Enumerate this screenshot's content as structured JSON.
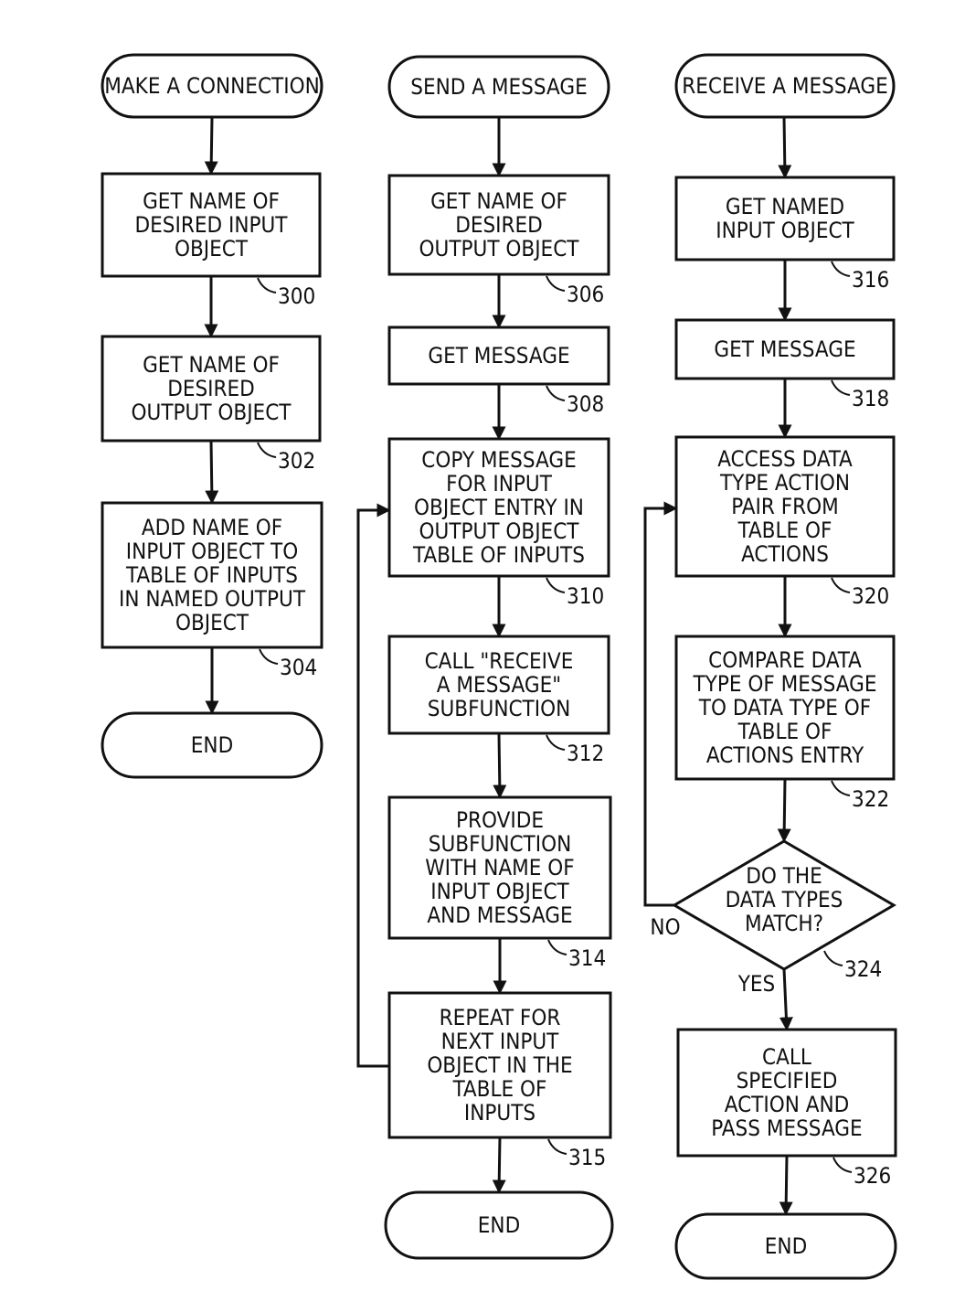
{
  "columns": [
    {
      "start": "MAKE A CONNECTION",
      "steps": [
        {
          "text": [
            "GET NAME OF",
            "DESIRED INPUT",
            "OBJECT"
          ],
          "ref": "300"
        },
        {
          "text": [
            "GET NAME OF",
            "DESIRED",
            "OUTPUT OBJECT"
          ],
          "ref": "302"
        },
        {
          "text": [
            "ADD NAME OF",
            "INPUT OBJECT TO",
            "TABLE OF INPUTS",
            "IN NAMED OUTPUT",
            "OBJECT"
          ],
          "ref": "304"
        }
      ],
      "end": "END"
    },
    {
      "start": "SEND A MESSAGE",
      "steps": [
        {
          "text": [
            "GET NAME OF",
            "DESIRED",
            "OUTPUT OBJECT"
          ],
          "ref": "306"
        },
        {
          "text": [
            "GET MESSAGE"
          ],
          "ref": "308"
        },
        {
          "text": [
            "COPY MESSAGE",
            "FOR INPUT",
            "OBJECT ENTRY IN",
            "OUTPUT OBJECT",
            "TABLE OF INPUTS"
          ],
          "ref": "310"
        },
        {
          "text": [
            "CALL \"RECEIVE",
            "A MESSAGE\"",
            "SUBFUNCTION"
          ],
          "ref": "312"
        },
        {
          "text": [
            "PROVIDE",
            "SUBFUNCTION",
            "WITH NAME OF",
            "INPUT OBJECT",
            "AND MESSAGE"
          ],
          "ref": "314"
        },
        {
          "text": [
            "REPEAT FOR",
            "NEXT INPUT",
            "OBJECT IN THE",
            "TABLE OF",
            "INPUTS"
          ],
          "ref": "315"
        }
      ],
      "end": "END"
    },
    {
      "start": "RECEIVE A MESSAGE",
      "steps": [
        {
          "text": [
            "GET NAMED",
            "INPUT OBJECT"
          ],
          "ref": "316"
        },
        {
          "text": [
            "GET MESSAGE"
          ],
          "ref": "318"
        },
        {
          "text": [
            "ACCESS DATA",
            "TYPE ACTION",
            "PAIR FROM",
            "TABLE OF",
            "ACTIONS"
          ],
          "ref": "320"
        },
        {
          "text": [
            "COMPARE DATA",
            "TYPE OF MESSAGE",
            "TO DATA TYPE OF",
            "TABLE OF",
            "ACTIONS ENTRY"
          ],
          "ref": "322"
        },
        {
          "text": [
            "CALL",
            "SPECIFIED",
            "ACTION AND",
            "PASS MESSAGE"
          ],
          "ref": "326"
        }
      ],
      "decision": {
        "text": [
          "DO THE",
          "DATA TYPES",
          "MATCH?"
        ],
        "ref": "324",
        "no_label": "NO",
        "yes_label": "YES"
      },
      "end": "END"
    }
  ]
}
